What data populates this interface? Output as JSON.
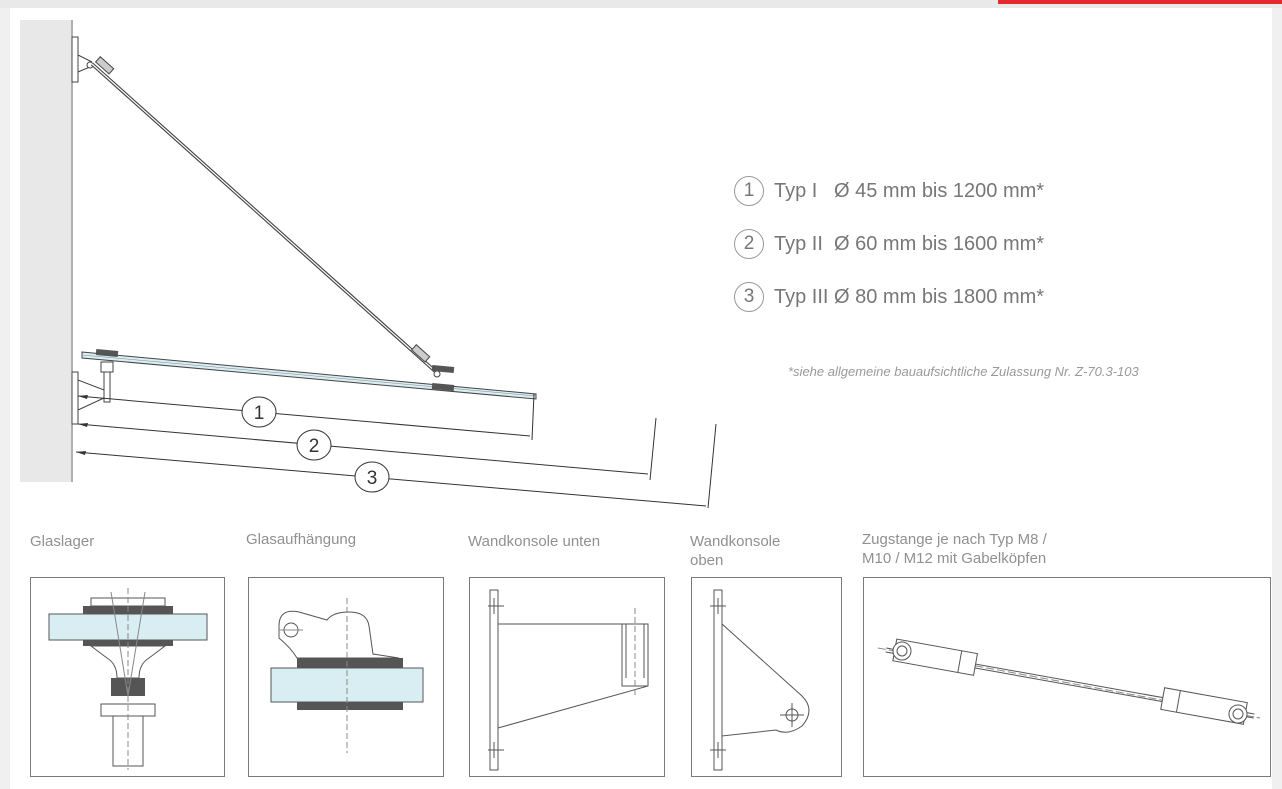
{
  "legend": [
    {
      "num": "1",
      "text": "Typ I   Ø 45 mm bis 1200 mm*"
    },
    {
      "num": "2",
      "text": "Typ II  Ø 60 mm bis 1600 mm*"
    },
    {
      "num": "3",
      "text": "Typ III Ø 80 mm bis 1800 mm*"
    }
  ],
  "note": "*siehe allgemeine bauaufsichtliche Zulassung Nr. Z-70.3-103",
  "dimension_labels": [
    "1",
    "2",
    "3"
  ],
  "details": [
    {
      "caption": "Glaslager"
    },
    {
      "caption": "Glasaufhängung"
    },
    {
      "caption": "Wandkonsole unten"
    },
    {
      "caption_line1": "Wandkonsole",
      "caption_line2": "oben"
    },
    {
      "caption_line1": "Zugstange je nach Typ M8 /",
      "caption_line2": "M10 / M12 mit Gabelköpfen"
    }
  ],
  "colors": {
    "accent": "#e52a2e",
    "glass": "#d9eef3",
    "wall": "#e8e8e8"
  }
}
